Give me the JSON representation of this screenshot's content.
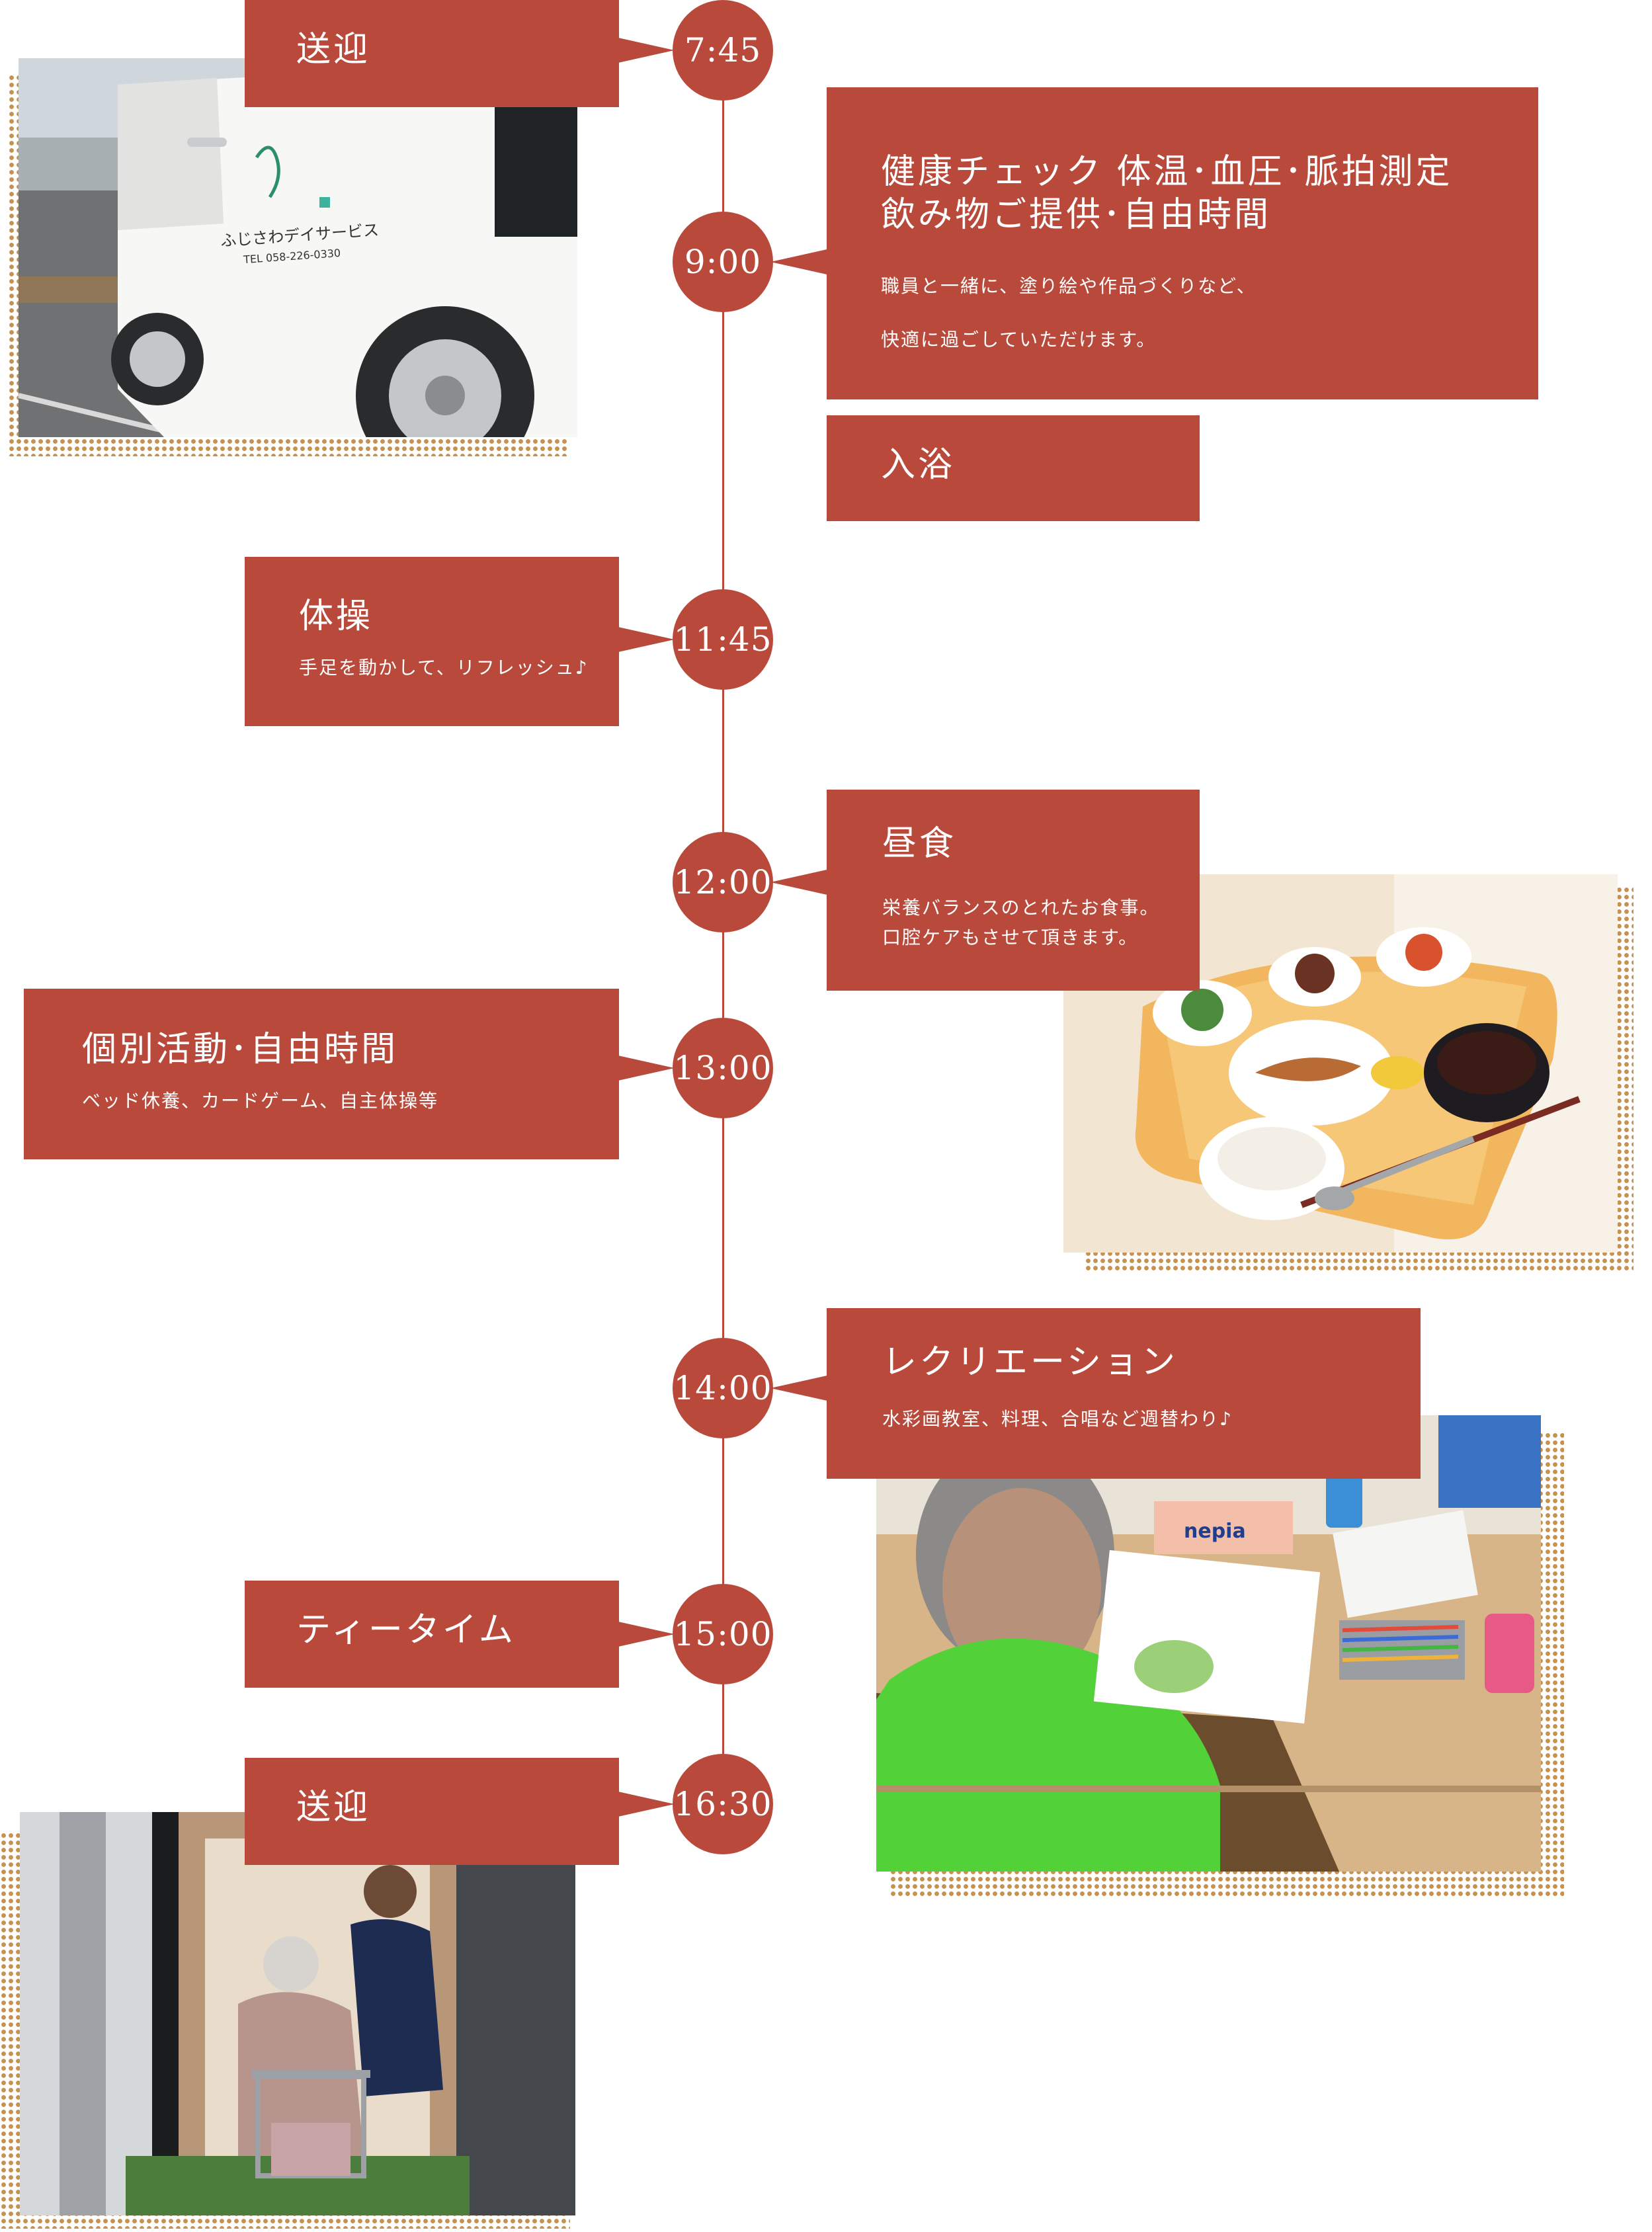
{
  "colors": {
    "accent": "#b94a3b",
    "dots": "#c7914f",
    "text_on_accent": "#ffffff"
  },
  "timeline": [
    {
      "time": "7:45"
    },
    {
      "time": "9:00"
    },
    {
      "time": "11:45"
    },
    {
      "time": "12:00"
    },
    {
      "time": "13:00"
    },
    {
      "time": "14:00"
    },
    {
      "time": "15:00"
    },
    {
      "time": "16:30"
    }
  ],
  "events": {
    "pickup_morning": {
      "title": "送迎"
    },
    "health_check": {
      "title_line1": "健康チェック 体温･血圧･脈拍測定",
      "title_line2": "飲み物ご提供･自由時間",
      "desc_line1": "職員と一緒に、塗り絵や作品づくりなど、",
      "desc_line2": "快適に過ごしていただけます。"
    },
    "bath": {
      "title": "入浴"
    },
    "exercise": {
      "title": "体操",
      "desc": "手足を動かして、リフレッシュ♪"
    },
    "lunch": {
      "title": "昼食",
      "desc_line1": "栄養バランスのとれたお食事。",
      "desc_line2": "口腔ケアもさせて頂きます。"
    },
    "individual": {
      "title": "個別活動･自由時間",
      "desc": "ベッド休養、カードゲーム、自主体操等"
    },
    "recreation": {
      "title": "レクリエーション",
      "desc": "水彩画教室、料理、合唱など週替わり♪"
    },
    "teatime": {
      "title": "ティータイム"
    },
    "pickup_evening": {
      "title": "送迎"
    }
  },
  "photos": {
    "van": {
      "logo_text": "ふじさわデイサービス",
      "tel_text": "TEL 058-226-0330",
      "logo_icon": "f-logo-icon"
    },
    "meal": {
      "icon": "meal-tray-icon"
    },
    "art": {
      "tissue_brand": "nepia"
    },
    "escort": {
      "icon": "walker-icon"
    }
  }
}
